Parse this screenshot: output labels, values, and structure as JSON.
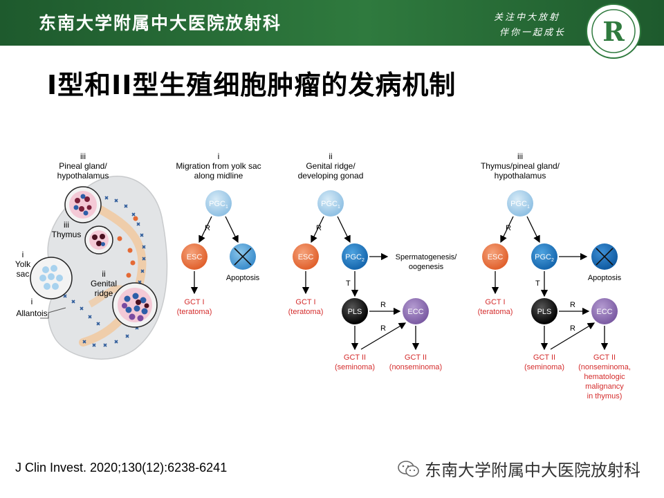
{
  "header": {
    "title": "东南大学附属中大医院放射科",
    "slogan_line1": "关注中大放射",
    "slogan_line2": "伴你一起成长",
    "logo_letter": "R"
  },
  "slide_title": "I型和II型生殖细胞肿瘤的发病机制",
  "embryo": {
    "label_pineal_num": "iii",
    "label_pineal_1": "Pineal gland/",
    "label_pineal_2": "hypothalamus",
    "label_thymus_num": "iii",
    "label_thymus": "Thymus",
    "label_yolk_num": "i",
    "label_yolk_1": "Yolk",
    "label_yolk_2": "sac",
    "label_allantois_num": "i",
    "label_allantois": "Allantois",
    "label_genital_num": "ii",
    "label_genital_1": "Genital",
    "label_genital_2": "ridge"
  },
  "panel_i": {
    "num": "i",
    "head1": "Migration from yolk sac",
    "head2": "along midline",
    "pgc": "PGC",
    "pgc_sub": "1",
    "r": "R",
    "esc": "ESC",
    "apoptosis": "Apoptosis",
    "gct1": "GCT I",
    "teratoma": "(teratoma)"
  },
  "panel_ii": {
    "num": "ii",
    "head1": "Genital ridge/",
    "head2": "developing gonad",
    "pgc": "PGC",
    "pgc_sub": "1",
    "r": "R",
    "esc": "ESC",
    "pgc2": "PGC",
    "pgc2_sub": "2",
    "sperm1": "Spermatogenesis/",
    "sperm2": "oogenesis",
    "t": "T",
    "gct1": "GCT I",
    "teratoma": "(teratoma)",
    "pls": "PLS",
    "r2": "R",
    "ecc": "ECC",
    "r3": "R",
    "gct2a": "GCT II",
    "seminoma": "(seminoma)",
    "gct2b": "GCT II",
    "nonseminoma": "(nonseminoma)"
  },
  "panel_iii": {
    "num": "iii",
    "head1": "Thymus/pineal gland/",
    "head2": "hypothalamus",
    "pgc": "PGC",
    "pgc_sub": "1",
    "r": "R",
    "esc": "ESC",
    "pgc2": "PGC",
    "pgc2_sub": "2",
    "apoptosis": "Apoptosis",
    "t": "T",
    "gct1": "GCT I",
    "teratoma": "(teratoma)",
    "pls": "PLS",
    "r2": "R",
    "ecc": "ECC",
    "r3": "R",
    "gct2a": "GCT II",
    "seminoma": "(seminoma)",
    "gct2b": "GCT II",
    "nons1": "(nonseminoma,",
    "nons2": "hematologic",
    "nons3": "malignancy",
    "nons4": "in thymus)"
  },
  "citation": "J Clin Invest. 2020;130(12):6238-6241",
  "watermark": "东南大学附属中大医院放射科",
  "colors": {
    "header_green": "#2f7a3e",
    "pgc1": "#9fcbe8",
    "esc": "#e8703a",
    "pgc2": "#1f7fc6",
    "apoptosis": "#1f6fb5",
    "pls": "#111111",
    "ecc": "#8a6bb0",
    "tumor_text": "#d42b2b"
  }
}
